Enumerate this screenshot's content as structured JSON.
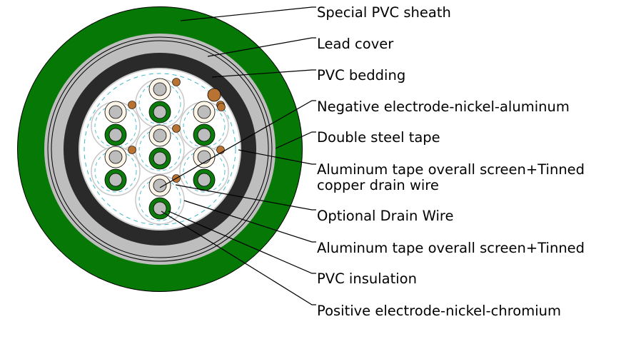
{
  "title": "Thermocouple cable cross-section",
  "colors": {
    "sheath": "#067806",
    "lead": "#bebebe",
    "bedding": "#2a2a2a",
    "core_fill": "#ffffff",
    "pair_outline": "#c8c8c8",
    "screen_dash": "#3fb7c9",
    "negative_insulation": "#fdf6e8",
    "positive_insulation": "#0a7a0a",
    "conductor": "#bdbdbd",
    "drain_wire": "#b87333",
    "leader": "#000000"
  },
  "labels": [
    {
      "id": "special-pvc-sheath",
      "text": "Special PVC sheath"
    },
    {
      "id": "lead-cover",
      "text": "Lead cover"
    },
    {
      "id": "pvc-bedding",
      "text": "PVC bedding"
    },
    {
      "id": "negative-electrode",
      "text": "Negative electrode-nickel-aluminum"
    },
    {
      "id": "double-steel-tape",
      "text": "Double steel tape"
    },
    {
      "id": "aluminum-tape-drain",
      "text": "Aluminum tape overall screen+Tinned",
      "text2": "copper drain wire"
    },
    {
      "id": "optional-drain-wire",
      "text": "Optional Drain Wire"
    },
    {
      "id": "aluminum-tape-screen",
      "text": "Aluminum tape overall screen+Tinned"
    },
    {
      "id": "pvc-insulation",
      "text": "PVC insulation"
    },
    {
      "id": "positive-electrode",
      "text": "Positive electrode-nickel-chromium"
    }
  ]
}
